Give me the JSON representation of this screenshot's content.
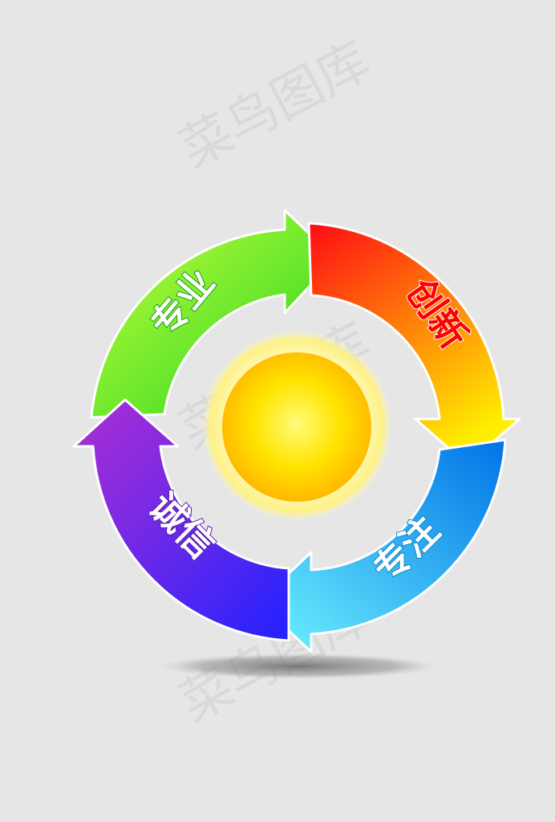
{
  "watermark": "菜鸟图库",
  "cycle": {
    "segments": [
      {
        "id": "green",
        "label": "专业",
        "colors": [
          "#c8ff3a",
          "#21d421"
        ],
        "text_color": "#ffffff",
        "text_stroke": "#1a9a12"
      },
      {
        "id": "red",
        "label": "创新",
        "colors": [
          "#ff0a14",
          "#ffee00"
        ],
        "text_color": "#ff0000",
        "text_stroke": "#ffffff"
      },
      {
        "id": "cyan",
        "label": "专注",
        "colors": [
          "#0073e6",
          "#6ff5ff"
        ],
        "text_color": "#ffffff",
        "text_stroke": "#0a86c8"
      },
      {
        "id": "purple",
        "label": "诚信",
        "colors": [
          "#b02fd2",
          "#2222ff"
        ],
        "text_color": "#ffffff",
        "text_stroke": "#5a1fb4"
      }
    ],
    "center": {
      "inner": "#ffd500",
      "glow": "#fff27a"
    }
  }
}
